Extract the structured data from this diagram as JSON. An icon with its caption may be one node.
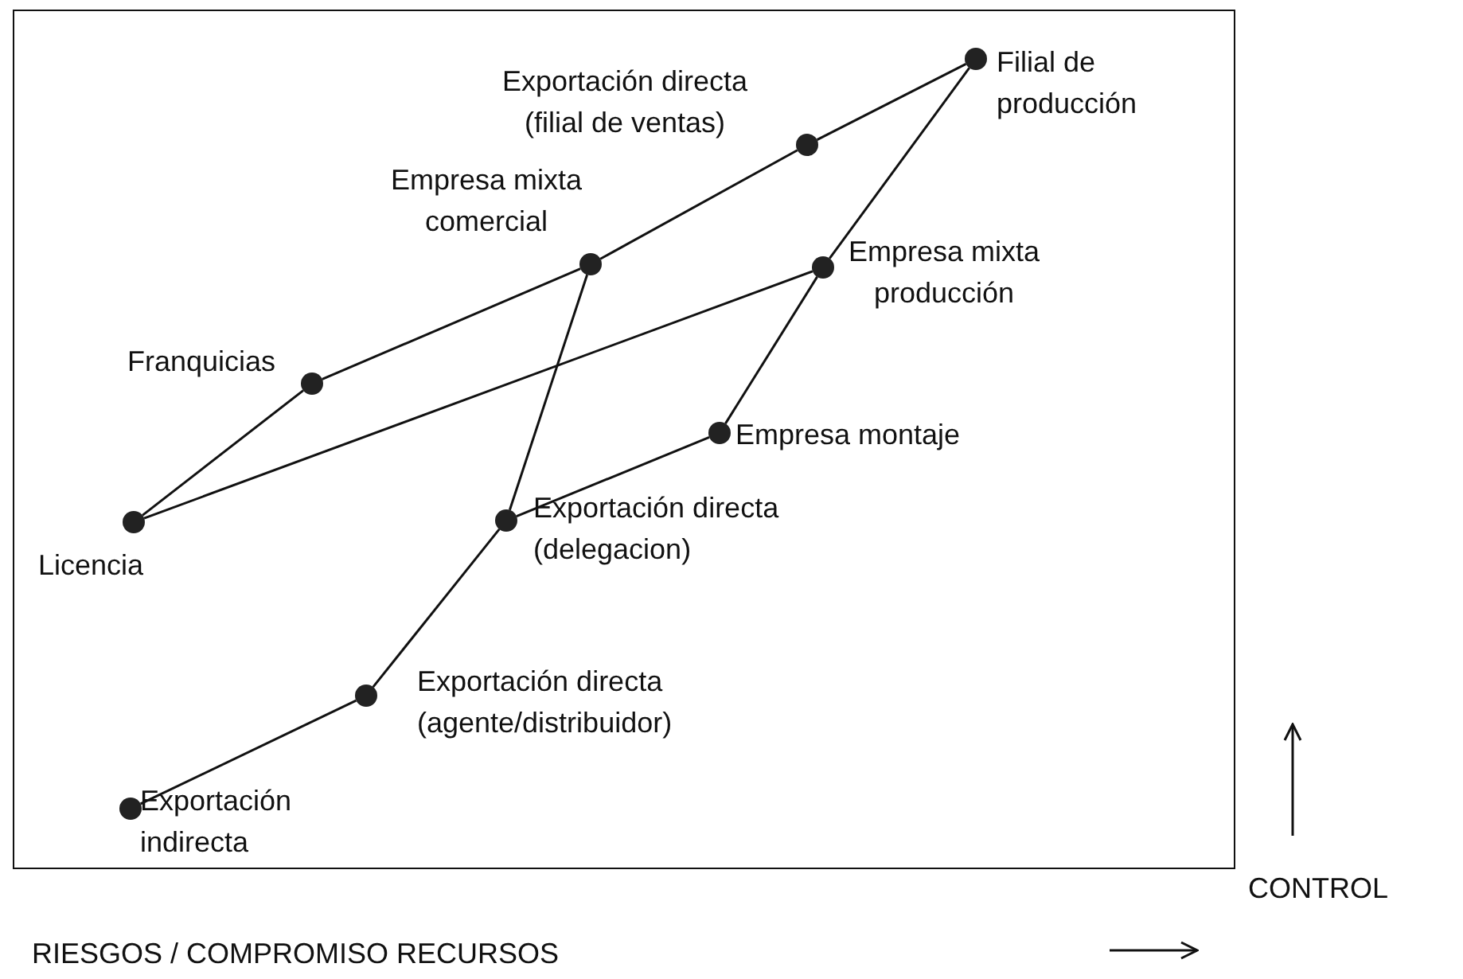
{
  "diagram": {
    "nodes": [
      {
        "text": [],
        "shape": "circle",
        "beside": [
          "Exportación directa (filial de ventas)"
        ]
      },
      {
        "text": [],
        "shape": "circle",
        "beside": [
          "Filial de producción"
        ]
      },
      {
        "text": [],
        "shape": "circle",
        "beside": [
          "Empresa mixta comercial"
        ]
      },
      {
        "text": [],
        "shape": "circle",
        "beside": [
          "Empresa mixta producción"
        ]
      },
      {
        "text": [],
        "shape": "circle",
        "beside": [
          "Franquicias"
        ]
      },
      {
        "text": [],
        "shape": "circle",
        "beside": [
          "Empresa montaje"
        ]
      },
      {
        "text": [],
        "shape": "circle",
        "beside": [
          "Licencia"
        ]
      },
      {
        "text": [],
        "shape": "circle",
        "beside": [
          "Exportación directa (delegacion)"
        ]
      },
      {
        "text": [],
        "shape": "circle",
        "beside": [
          "Exportación directa (agente/distribuidor)"
        ]
      },
      {
        "text": [],
        "shape": "circle",
        "beside": [
          "Exportación indirecta"
        ]
      }
    ],
    "edges": [
      {
        "from": 9,
        "to": 8,
        "arrow": "none"
      },
      {
        "from": 8,
        "to": 7,
        "arrow": "none"
      },
      {
        "from": 7,
        "to": 5,
        "arrow": "none"
      },
      {
        "from": 5,
        "to": 3,
        "arrow": "none"
      },
      {
        "from": 3,
        "to": 1,
        "arrow": "none"
      },
      {
        "from": 1,
        "to": 0,
        "arrow": "none"
      },
      {
        "from": 0,
        "to": 2,
        "arrow": "none"
      },
      {
        "from": 2,
        "to": 7,
        "arrow": "none"
      },
      {
        "from": 2,
        "to": 4,
        "arrow": "none"
      },
      {
        "from": 4,
        "to": 6,
        "arrow": "none"
      },
      {
        "from": 6,
        "to": 3,
        "arrow": "none"
      }
    ],
    "labels": [
      "CONTROL",
      "RIESGOS / COMPROMISO RECURSOS"
    ]
  }
}
